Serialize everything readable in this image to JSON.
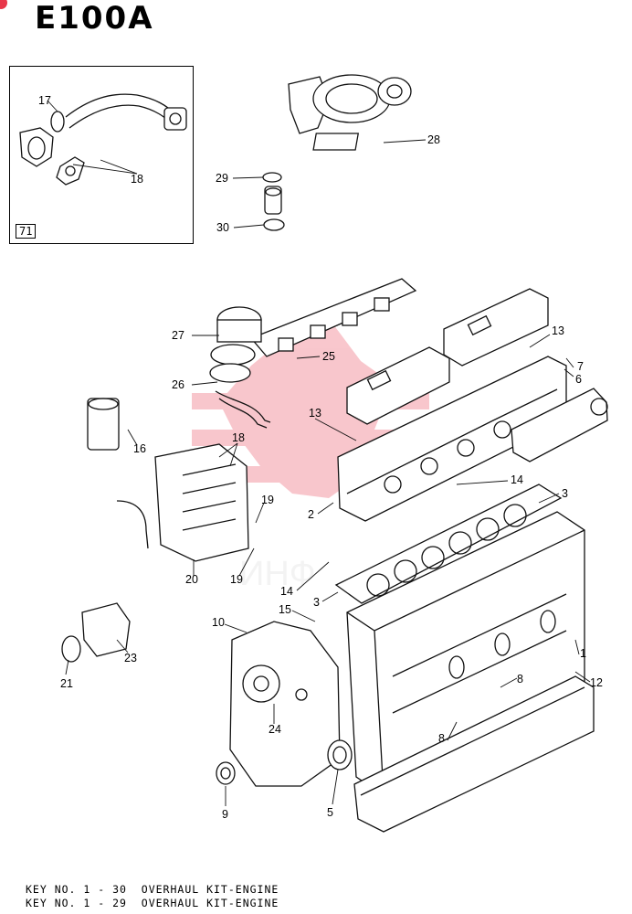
{
  "page": {
    "title": "E100A",
    "inset_tag": "71"
  },
  "callouts": [
    {
      "id": "17",
      "text": "17"
    },
    {
      "id": "18a",
      "text": "18"
    },
    {
      "id": "28",
      "text": "28"
    },
    {
      "id": "29",
      "text": "29"
    },
    {
      "id": "30",
      "text": "30"
    },
    {
      "id": "27",
      "text": "27"
    },
    {
      "id": "25",
      "text": "25"
    },
    {
      "id": "26",
      "text": "26"
    },
    {
      "id": "13a",
      "text": "13"
    },
    {
      "id": "13b",
      "text": "13"
    },
    {
      "id": "7",
      "text": "7"
    },
    {
      "id": "6",
      "text": "6"
    },
    {
      "id": "16",
      "text": "16"
    },
    {
      "id": "18b",
      "text": "18"
    },
    {
      "id": "14a",
      "text": "14"
    },
    {
      "id": "3a",
      "text": "3"
    },
    {
      "id": "2",
      "text": "2"
    },
    {
      "id": "19a",
      "text": "19"
    },
    {
      "id": "19b",
      "text": "19"
    },
    {
      "id": "20",
      "text": "20"
    },
    {
      "id": "14b",
      "text": "14"
    },
    {
      "id": "3b",
      "text": "3"
    },
    {
      "id": "15",
      "text": "15"
    },
    {
      "id": "10",
      "text": "10"
    },
    {
      "id": "1",
      "text": "1"
    },
    {
      "id": "12",
      "text": "12"
    },
    {
      "id": "8a",
      "text": "8"
    },
    {
      "id": "8b",
      "text": "8"
    },
    {
      "id": "21",
      "text": "21"
    },
    {
      "id": "23",
      "text": "23"
    },
    {
      "id": "24",
      "text": "24"
    },
    {
      "id": "9",
      "text": "9"
    },
    {
      "id": "5",
      "text": "5"
    }
  ],
  "footer": {
    "line1": "KEY NO. 1 - 30  OVERHAUL KIT-ENGINE",
    "line2": "KEY NO. 1 - 29  OVERHAUL KIT-ENGINE"
  },
  "colors": {
    "line": "#111111",
    "watermark": "#e8374a",
    "corner_mark": "#e8374a"
  }
}
